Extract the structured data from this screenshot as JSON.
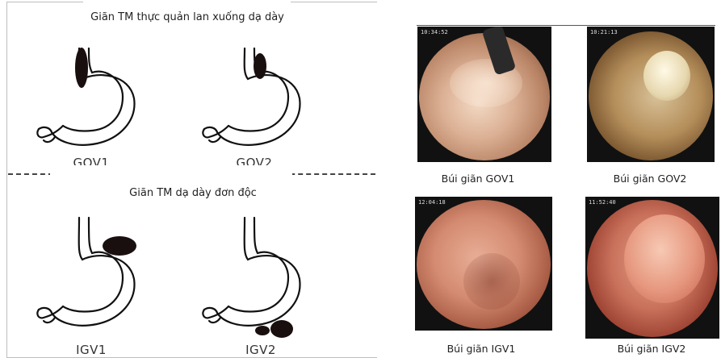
{
  "left": {
    "section_top": "Giãn TM thực quản lan xuống dạ dày",
    "section_bottom": "Giãn TM dạ dày đơn độc",
    "diagrams": [
      {
        "label": "GOV1"
      },
      {
        "label": "GOV2"
      },
      {
        "label": "IGV1"
      },
      {
        "label": "IGV2"
      }
    ]
  },
  "right": {
    "photos": [
      {
        "caption": "Búi giãn GOV1"
      },
      {
        "caption": "Búi giãn GOV2"
      },
      {
        "caption": "Búi giãn IGV1"
      },
      {
        "caption": "Búi giãn IGV2"
      }
    ]
  },
  "colors": {
    "varix": "#1a0f0f",
    "outline": "#111111",
    "panel_border": "#bdbdbd",
    "scope_pink": "#d9a08a",
    "scope_red": "#b8574a"
  }
}
